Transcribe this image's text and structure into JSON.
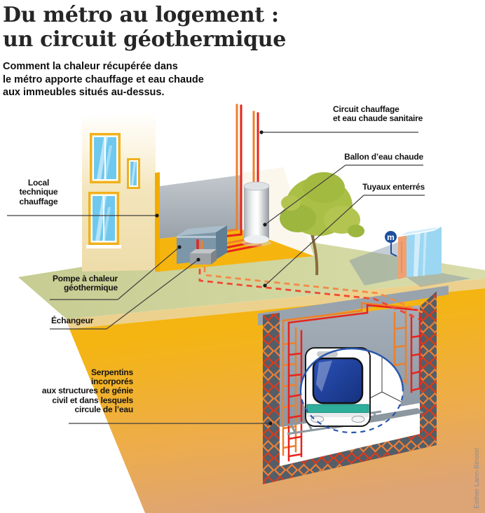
{
  "header": {
    "title": "Du métro au logement :\nun circuit géothermique",
    "subtitle": "Comment la chaleur récupérée dans\nle métro apporte chauffage et eau chaude\naux immeubles situés au-dessus."
  },
  "labels": {
    "circuit": "Circuit chauffage\net eau chaude sanitaire",
    "ballon": "Ballon d’eau chaude",
    "tuyaux": "Tuyaux enterrés",
    "local": "Local\ntechnique\nchauffage",
    "pompe": "Pompe à chaleur\ngéothermique",
    "echangeur": "Échangeur",
    "serpentins": "Serpentins\nincorporés\naux structures de génie\ncivil et dans lesquels\ncircule de l’eau"
  },
  "metro": {
    "logo_letter": "m"
  },
  "credit": "Esther Lann-Binoist",
  "colors": {
    "title_text": "#262626",
    "label_text": "#141414",
    "building_wall": "#f1e2b3",
    "window_frame": "#f0b11c",
    "window_glass": "#6fc9ef",
    "interior_wall_gray": "#aab0b6",
    "floor_amber": "#f6b40e",
    "heat_pump_blue": "#7d97aa",
    "exchanger_gray": "#9fa3a6",
    "boiler_silver": "#d9dcdf",
    "pipe_red": "#e8231c",
    "pipe_orange": "#ef7f2a",
    "buried_pipe_red": "#ee4a33",
    "buried_pipe_orange": "#f28a45",
    "lawn_green": "#cdd29b",
    "tree_green": "#a9bf45",
    "earth_gold": "#f4b512",
    "earth_tan": "#dda476",
    "tunnel_frame": "#535e68",
    "tunnel_wall": "#97a3ae",
    "tunnel_ring_blue": "#2b57ac",
    "train_blue": "#1c3f9e",
    "train_teal": "#2fae9c",
    "metro_glass": "#9bd7f3",
    "metro_side_salmon": "#f0a173",
    "metro_logo_blue": "#1d4f9f",
    "credit_text": "#8b8b8b"
  }
}
